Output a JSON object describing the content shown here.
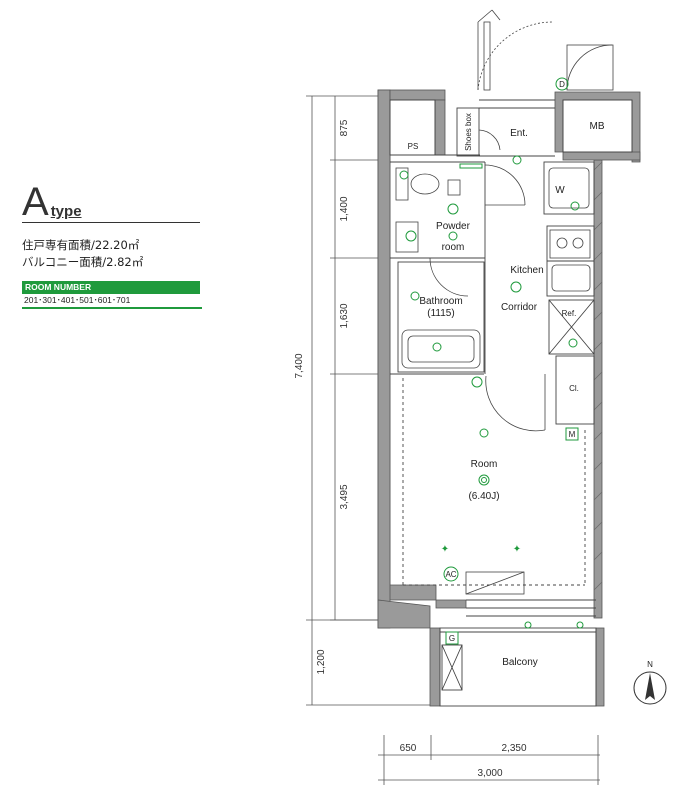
{
  "unit": {
    "letter": "A",
    "word": "type",
    "private_area": "住戸専有面積/22.20㎡",
    "balcony_area": "バルコニー面積/2.82㎡",
    "room_number_label": "ROOM NUMBER",
    "room_numbers": "201･301･401･501･601･701"
  },
  "rooms": {
    "ps": "PS",
    "shoes_box": "Shoes box",
    "ent": "Ent.",
    "mb": "MB",
    "w": "W",
    "powder": "Powder",
    "powder2": "room",
    "kitchen": "Kitchen",
    "corridor": "Corridor",
    "bathroom": "Bathroom",
    "bathroom_size": "(1115)",
    "ref": "Ref.",
    "cl": "Cl.",
    "room": "Room",
    "room_size": "(6.40J)",
    "balcony": "Balcony"
  },
  "dimensions": {
    "d875": "875",
    "d1400": "1,400",
    "d1630": "1,630",
    "d3495": "3,495",
    "d1200": "1,200",
    "d7400": "7,400",
    "d650": "650",
    "d2350": "2,350",
    "d3000": "3,000"
  },
  "symbols": {
    "d": "D",
    "m": "M",
    "g": "G",
    "ac": "AC",
    "north": "N"
  },
  "colors": {
    "accent": "#1f9a3c",
    "wall": "#9a9a9a"
  }
}
